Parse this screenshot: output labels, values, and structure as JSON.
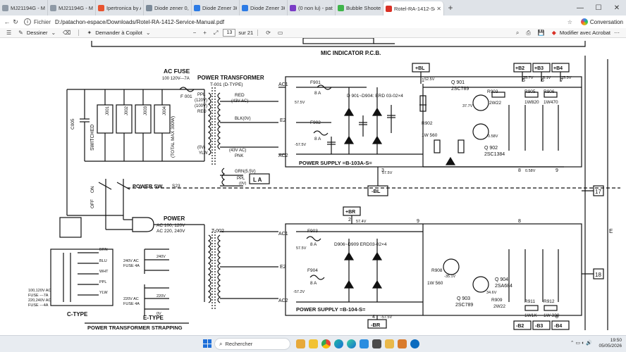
{
  "tabs": [
    {
      "label": "MJ21194G - MJ 21194G ON",
      "color": "#8f9aa6"
    },
    {
      "label": "MJ21194G - MJ 21194G ON",
      "color": "#8f9aa6"
    },
    {
      "label": "Ipertronica by AGS | Boutiq",
      "color": "#e8532f"
    },
    {
      "label": "Diode zener 0,5W tension cl",
      "color": "#7b8a99"
    },
    {
      "label": "Diode Zener 36V / 500mW",
      "color": "#2c7be5"
    },
    {
      "label": "Diode Zener 36V / 500mW",
      "color": "#2c7be5"
    },
    {
      "label": "(0 non lu) - patachon2002@",
      "color": "#7a3cc6"
    },
    {
      "label": "Bubble Shooter - WildTangen",
      "color": "#3fb54a"
    },
    {
      "label": "Rotel-RA-1412-Service-Manu",
      "color": "#d93025",
      "active": true
    }
  ],
  "address": {
    "scheme": "Fichier",
    "url": "D:/patachon-espace/Downloads/Rotel-RA-1412-Service-Manual.pdf",
    "conversation": "Conversation"
  },
  "pdf_toolbar": {
    "draw": "Dessiner",
    "copilot": "Demander à Copilot",
    "page": "13",
    "of": "sur 21",
    "edit": "Modifier avec Acrobat"
  },
  "schematic": {
    "mic_indicator": "MIC INDICATOR P.C.B.",
    "ac_fuse": "AC FUSE",
    "fuse_rating": "100 120V---7A",
    "power_transformer": "POWER TRANSFORMER",
    "t001": "T-001 (D-TYPE)",
    "f001": "F 001",
    "c005": "C005",
    "switched": "SWITCHED",
    "j001": "J001",
    "j002": "J002",
    "j003": "J003",
    "j004": "J004",
    "total_max": "(TOTAL MAX 300W)",
    "ppl": "PPL",
    "v120": "(120V)",
    "v100": "(100V)",
    "red": "RED",
    "red2": "RED",
    "v43": "(43V AC)",
    "blk": "BLK(0V)",
    "v0": "(0V)",
    "ylw": "YLW",
    "v43b": "(43V AC)",
    "pnk": "PNK",
    "grn": "GRN(5.5V)",
    "ppl2": "PPL",
    "v0b": "(0V)",
    "la": "L A",
    "on": "ON",
    "off": "OFF",
    "power_sw": "POWER SW.",
    "s23": "S23",
    "power": "POWER",
    "ac_100": "AC 100, 120V",
    "ac_220": "AC 220, 240V",
    "t002": "T-002",
    "brn": "BRN",
    "blu": "BLU",
    "wht": "WHT",
    "ppl_s": "PPL",
    "ylw_s": "YLW",
    "v240": "240V",
    "v220": "220V",
    "v0s": "0V",
    "fuse_240": "240V AC",
    "fuse_240b": "FUSE 4A",
    "fuse_220": "220V AC",
    "fuse_220b": "FUSE 4A",
    "c_type": "C-TYPE",
    "e_type": "E-TYPE",
    "c_fuse1": "100,120V AC",
    "c_fuse2": "FUSE ---7A",
    "c_fuse3": "220,240V AC",
    "c_fuse4": "FUSE ---4A",
    "strapping": "POWER TRANSFORMER STRAPPING",
    "ac1": "AC1",
    "ac2": "AC2",
    "e2": "E2",
    "ac1b": "AC1",
    "ac2b": "AC2",
    "e2b": "E2",
    "f901": "F901",
    "f902": "F902",
    "f903": "F903",
    "f904": "F904",
    "amp8": "8 A",
    "amp8b": "8 A",
    "amp8c": "8 A",
    "amp8d": "8 A",
    "d901": "D 901~D904: ERD 03-02×4",
    "d906": "D906~D909 ERD03-02×4",
    "ps_a": "POWER SUPPLY =B-103A-S=",
    "ps_b": "POWER SUPPLY =B-104-S=",
    "q901": "Q 901",
    "q901t": "2SC789",
    "q902": "Q 902",
    "q902t": "2SC1384",
    "q903": "Q 903",
    "q903t": "2SC789",
    "q904": "Q 904",
    "q904t": "2SA684",
    "plus_bl": "+BL",
    "minus_bl": "-BL",
    "plus_br": "+BR",
    "minus_br": "-BR",
    "b2": "+B2",
    "b3": "+B3",
    "b4": "+B4",
    "mb2": "-B2",
    "mb3": "-B3",
    "mb4": "-B4",
    "v575": "57.5V",
    "v575b": "57.5V",
    "v575c": "-57.5V",
    "v525": "52.5V",
    "v357": "35.7V",
    "v6": "6.1V",
    "v153": "15.3V",
    "v574": "57.4V",
    "v572": "-57.2V",
    "v57m": "-57.5V",
    "r903": "R903",
    "r903v": "2W22",
    "r905": "R905",
    "r905v": "1W820",
    "r906": "R906",
    "r906v": "1W470",
    "r909": "R909",
    "r909v": "2W22",
    "r911": "R911",
    "r911v": "1W1K",
    "r912": "R912",
    "r912v": "1W 330",
    "r902": "R902",
    "r902v": "1W 560",
    "r908": "R908",
    "r908v": "1W 560",
    "n3": "3",
    "n1": "1",
    "n2": "2",
    "n4": "4",
    "n5": "5",
    "n6": "6",
    "n7": "7",
    "n8": "8",
    "n9": "9",
    "n9b": "9",
    "n8b": "8",
    "n8c": "8",
    "n17": "17",
    "n18": "18",
    "ne": "E",
    "v058": "0.58V",
    "v346": "34.6V",
    "v351": "-35.1V",
    "v377": "37.7V",
    "v058b": "0.58V",
    "v575d": "57.5V"
  },
  "taskbar": {
    "search": "Rechercher",
    "time": "19:50",
    "date": "05/05/2026"
  }
}
